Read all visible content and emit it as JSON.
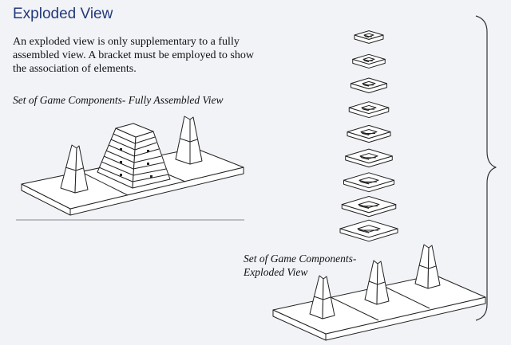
{
  "title": "Exploded View",
  "intro": "An exploded view is only supplementary to a fully assembled view.  A bracket must be employed to show the association of elements.",
  "caption_assembled": "Set of Game Components- Fully Assembled View",
  "caption_exploded_line1": "Set of Game Components-",
  "caption_exploded_line2": "Exploded View",
  "colors": {
    "title": "#233a7a",
    "background": "#f2f3f7",
    "line": "#222222"
  },
  "exploded_layers": 9
}
